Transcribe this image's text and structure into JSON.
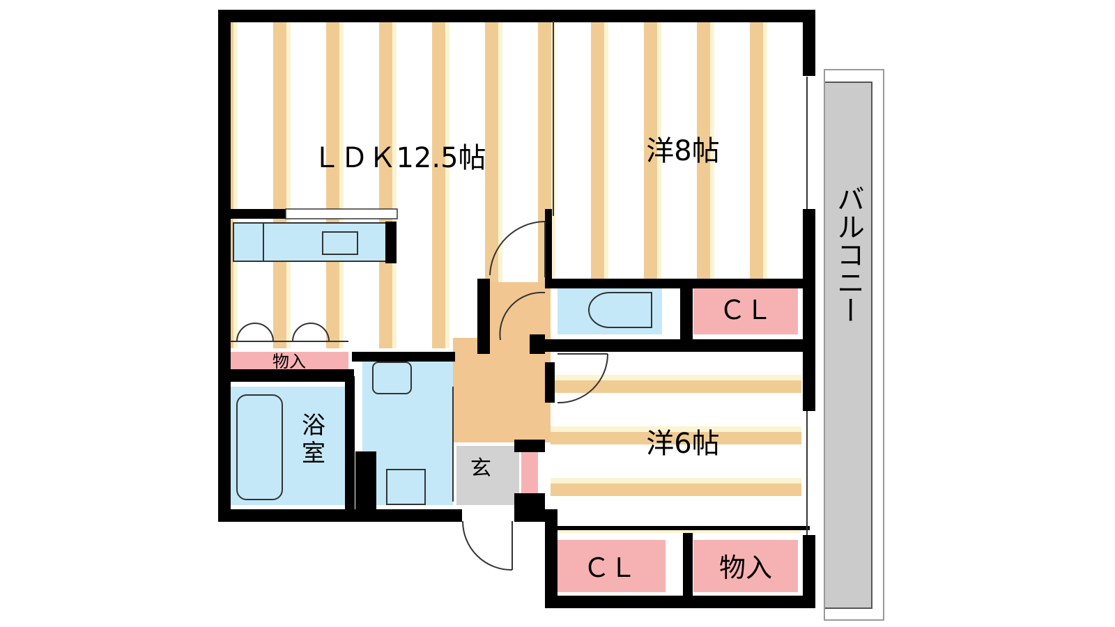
{
  "floorplan": {
    "rooms": {
      "ldk": "ＬＤＫ12.5帖",
      "western8": "洋8帖",
      "western6": "洋6帖",
      "closet_8": "ＣＬ",
      "closet_6": "ＣＬ",
      "storage_6": "物入",
      "storage_ldk": "物入",
      "bath_line1": "浴",
      "bath_line2": "室",
      "entrance": "玄",
      "balcony": "バルコニー"
    },
    "colors": {
      "wall": "#000000",
      "stripe": "#f0cc94",
      "stripe_light": "#fbf4d2",
      "closet": "#f6b2b3",
      "wet_area": "#c4e8f7",
      "hall": "#f1c690",
      "entrance_floor": "#d2d2d2",
      "balcony": "#cbcbcb"
    }
  }
}
